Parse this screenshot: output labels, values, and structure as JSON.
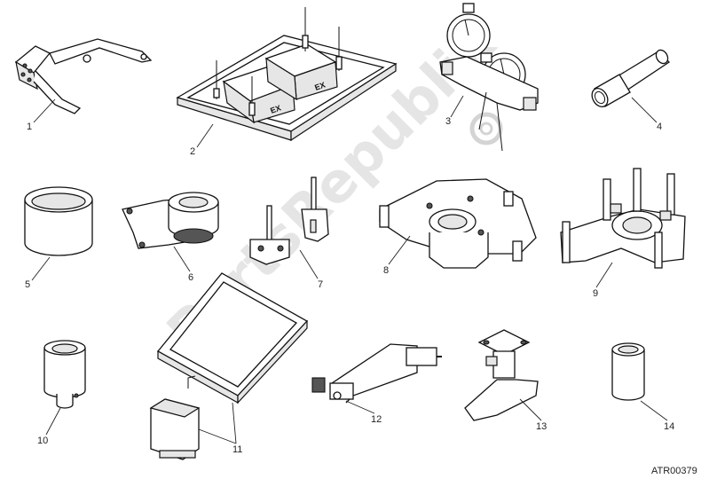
{
  "watermark": "PartsRepublik",
  "drawing_code": "ATR00379",
  "callouts": [
    "1",
    "2",
    "3",
    "4",
    "5",
    "6",
    "7",
    "8",
    "9",
    "10",
    "11",
    "12",
    "13",
    "14"
  ],
  "labels": {
    "exhaust_left": "EX",
    "exhaust_right": "EX"
  }
}
